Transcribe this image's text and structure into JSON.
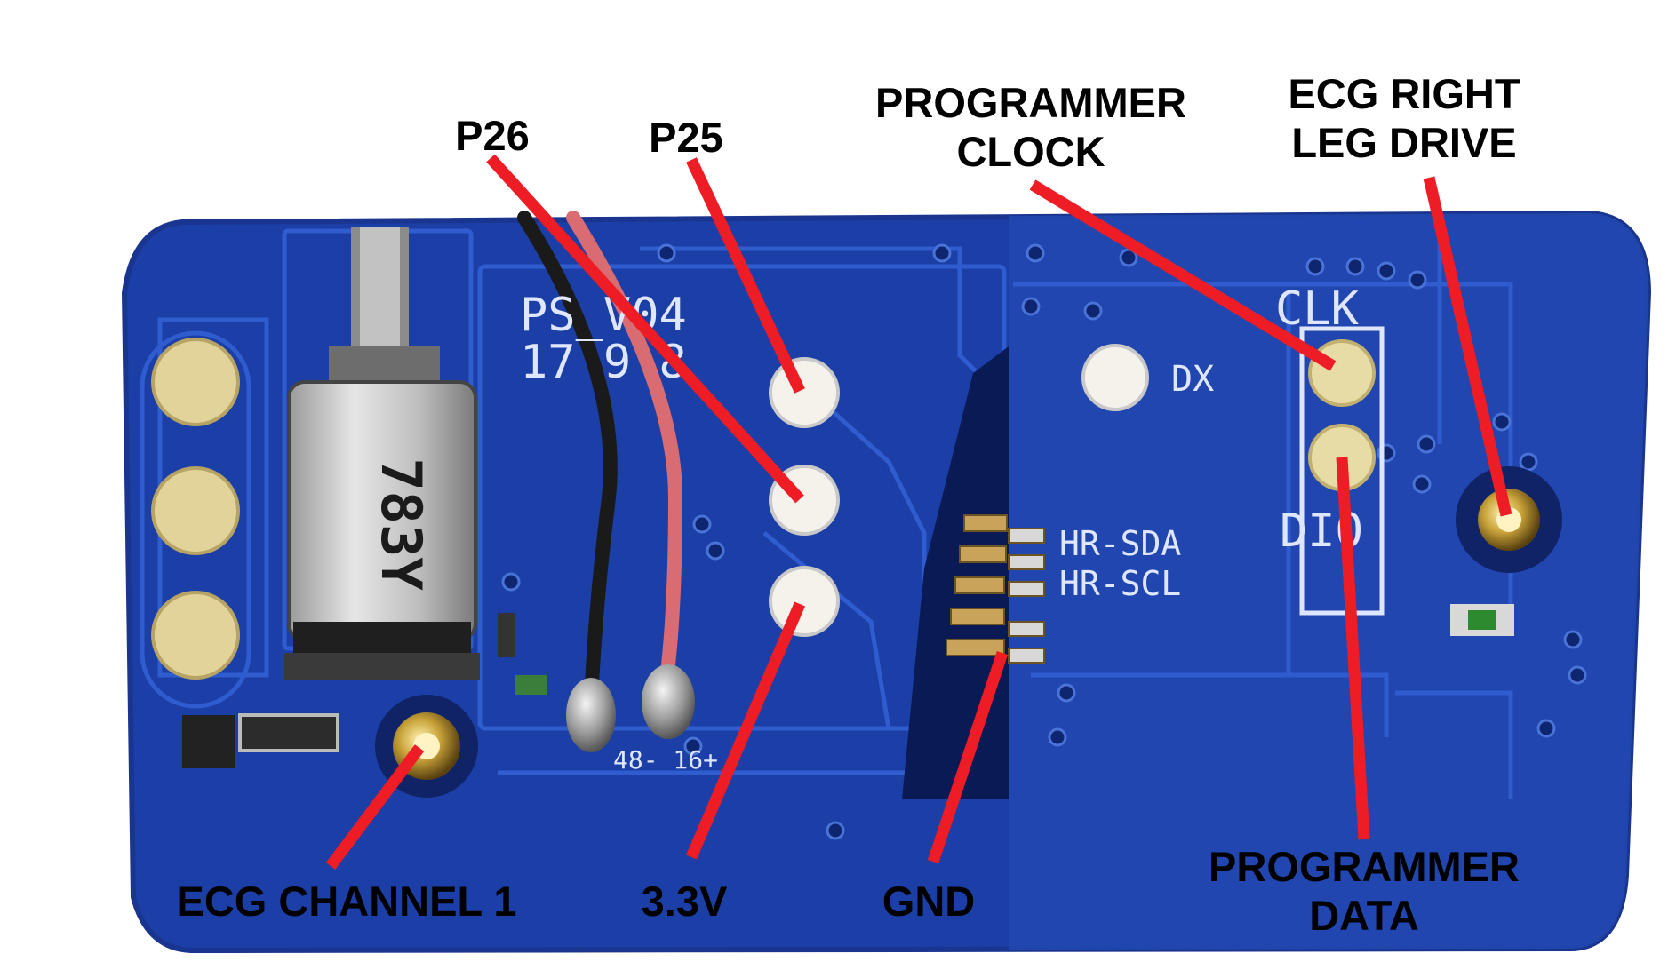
{
  "labels": {
    "p26": "P26",
    "p25": "P25",
    "prog_clock_l1": "PROGRAMMER",
    "prog_clock_l2": "CLOCK",
    "ecg_rld_l1": "ECG RIGHT",
    "ecg_rld_l2": "LEG DRIVE",
    "ecg_ch1": "ECG CHANNEL 1",
    "v33": "3.3V",
    "gnd": "GND",
    "prog_data_l1": "PROGRAMMER",
    "prog_data_l2": "DATA"
  },
  "silkscreen": {
    "board_id_1": "PS_V04",
    "board_id_2": "17 9 8",
    "motor_code": "783Y",
    "clk": "CLK",
    "dio": "DIO",
    "dx": "DX",
    "hr_sda": "HR-SDA",
    "hr_scl": "HR-SCL",
    "battery_pads": "48- 16+"
  },
  "colors": {
    "board": "#1b3fa6",
    "board_dark": "#10297a",
    "board_edge": "#2a55c4",
    "pad_gold": "#e8d9a0",
    "pad_light": "#f3f1ea",
    "leader": "#ee1c25",
    "label_text": "#000000"
  }
}
